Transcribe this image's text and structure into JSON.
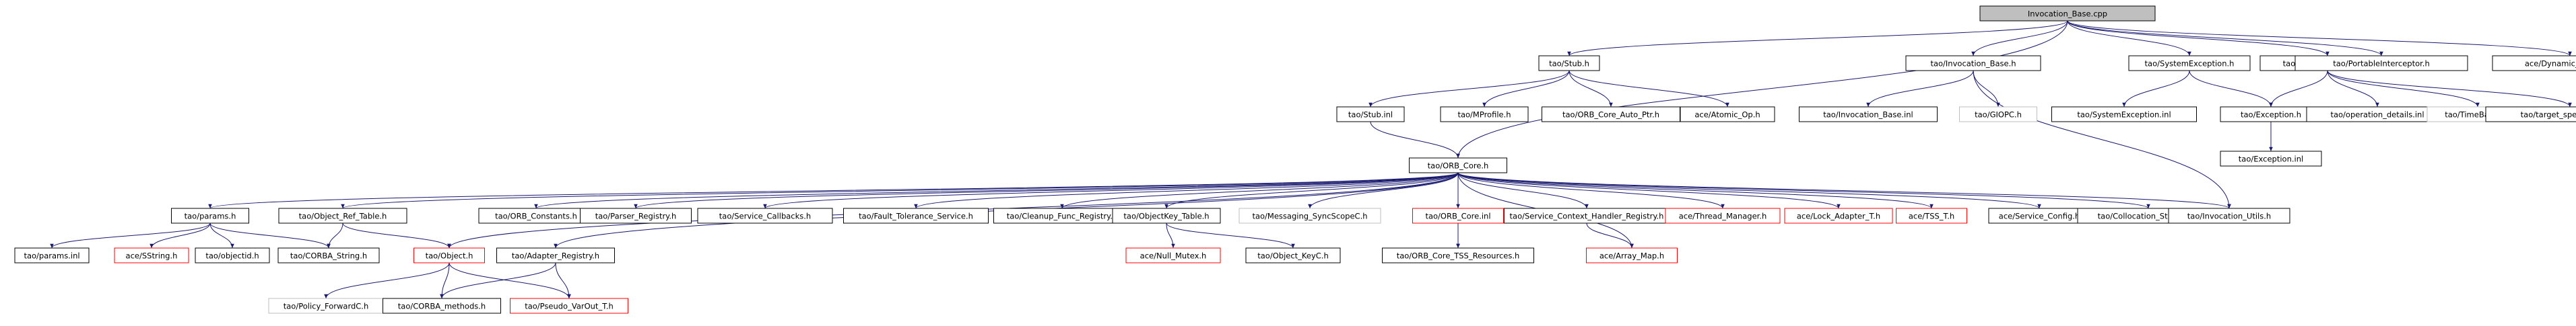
{
  "colors": {
    "edge": "#191970",
    "border_normal": "#000000",
    "border_missing": "#bfbfbf",
    "border_truncated": "#ff0000",
    "root_fill": "#bfbfbf",
    "fill": "#ffffff",
    "text": "#000000"
  },
  "nodes": [
    {
      "id": "root",
      "label": "Invocation_Base.cpp",
      "style": "root"
    },
    {
      "id": "stub_h",
      "label": "tao/Stub.h",
      "style": "normal"
    },
    {
      "id": "invbase_h",
      "label": "tao/Invocation_Base.h",
      "style": "normal"
    },
    {
      "id": "sysexc_h",
      "label": "tao/SystemException.h",
      "style": "normal"
    },
    {
      "id": "opdet_h",
      "label": "tao/operation_details.h",
      "style": "normal"
    },
    {
      "id": "portint_h",
      "label": "tao/PortableInterceptor.h",
      "style": "normal"
    },
    {
      "id": "dynserv_h",
      "label": "ace/Dynamic_Service.h",
      "style": "normal"
    },
    {
      "id": "stub_inl",
      "label": "tao/Stub.inl",
      "style": "normal"
    },
    {
      "id": "mprofile_h",
      "label": "tao/MProfile.h",
      "style": "normal"
    },
    {
      "id": "orbcoreautoptr_h",
      "label": "tao/ORB_Core_Auto_Ptr.h",
      "style": "normal"
    },
    {
      "id": "atomicop_h",
      "label": "ace/Atomic_Op.h",
      "style": "normal"
    },
    {
      "id": "invbase_inl",
      "label": "tao/Invocation_Base.inl",
      "style": "normal"
    },
    {
      "id": "giopc_h",
      "label": "tao/GIOPC.h",
      "style": "missing"
    },
    {
      "id": "sysexc_inl",
      "label": "tao/SystemException.inl",
      "style": "normal"
    },
    {
      "id": "exception_h",
      "label": "tao/Exception.h",
      "style": "normal"
    },
    {
      "id": "opdet_inl",
      "label": "tao/operation_details.inl",
      "style": "normal"
    },
    {
      "id": "timebasec_h",
      "label": "tao/TimeBaseC.h",
      "style": "missing"
    },
    {
      "id": "targetspec_h",
      "label": "tao/target_specification.h",
      "style": "normal"
    },
    {
      "id": "exception_inl",
      "label": "tao/Exception.inl",
      "style": "normal"
    },
    {
      "id": "orbcore_h",
      "label": "tao/ORB_Core.h",
      "style": "normal"
    },
    {
      "id": "params_h",
      "label": "tao/params.h",
      "style": "normal"
    },
    {
      "id": "objreftable_h",
      "label": "tao/Object_Ref_Table.h",
      "style": "normal"
    },
    {
      "id": "orbconstants_h",
      "label": "tao/ORB_Constants.h",
      "style": "normal"
    },
    {
      "id": "parserreg_h",
      "label": "tao/Parser_Registry.h",
      "style": "normal"
    },
    {
      "id": "servcallbacks_h",
      "label": "tao/Service_Callbacks.h",
      "style": "normal"
    },
    {
      "id": "faulttol_h",
      "label": "tao/Fault_Tolerance_Service.h",
      "style": "normal"
    },
    {
      "id": "cleanupreg_h",
      "label": "tao/Cleanup_Func_Registry.h",
      "style": "normal"
    },
    {
      "id": "objkeytable_h",
      "label": "tao/ObjectKey_Table.h",
      "style": "normal"
    },
    {
      "id": "msgsyncscope_h",
      "label": "tao/Messaging_SyncScopeC.h",
      "style": "missing"
    },
    {
      "id": "orbcore_inl",
      "label": "tao/ORB_Core.inl",
      "style": "truncated"
    },
    {
      "id": "servctxhandler_h",
      "label": "tao/Service_Context_Handler_Registry.h",
      "style": "normal"
    },
    {
      "id": "threadmgr_h",
      "label": "ace/Thread_Manager.h",
      "style": "truncated"
    },
    {
      "id": "lockadapter_h",
      "label": "ace/Lock_Adapter_T.h",
      "style": "truncated"
    },
    {
      "id": "tss_h",
      "label": "ace/TSS_T.h",
      "style": "truncated"
    },
    {
      "id": "servconfig_h",
      "label": "ace/Service_Config.h",
      "style": "normal"
    },
    {
      "id": "collocstrat_h",
      "label": "tao/Collocation_Strategy.h",
      "style": "normal"
    },
    {
      "id": "invutils_h",
      "label": "tao/Invocation_Utils.h",
      "style": "normal"
    },
    {
      "id": "params_inl",
      "label": "tao/params.inl",
      "style": "normal"
    },
    {
      "id": "sstring_h",
      "label": "ace/SString.h",
      "style": "truncated"
    },
    {
      "id": "objectid_h",
      "label": "tao/objectid.h",
      "style": "normal"
    },
    {
      "id": "corbastring_h",
      "label": "tao/CORBA_String.h",
      "style": "normal"
    },
    {
      "id": "object_h",
      "label": "tao/Object.h",
      "style": "truncated"
    },
    {
      "id": "adapterreg_h",
      "label": "tao/Adapter_Registry.h",
      "style": "normal"
    },
    {
      "id": "nullmutex_h",
      "label": "ace/Null_Mutex.h",
      "style": "truncated"
    },
    {
      "id": "objectkeyc_h",
      "label": "tao/Object_KeyC.h",
      "style": "normal"
    },
    {
      "id": "orbcoretss_h",
      "label": "tao/ORB_Core_TSS_Resources.h",
      "style": "normal"
    },
    {
      "id": "arraymap_h",
      "label": "ace/Array_Map.h",
      "style": "truncated"
    },
    {
      "id": "policyfwd_h",
      "label": "tao/Policy_ForwardC.h",
      "style": "missing"
    },
    {
      "id": "corbamethods_h",
      "label": "tao/CORBA_methods.h",
      "style": "normal"
    },
    {
      "id": "pseudovarout_h",
      "label": "tao/Pseudo_VarOut_T.h",
      "style": "truncated"
    }
  ],
  "edges": [
    [
      "root",
      "stub_h"
    ],
    [
      "root",
      "invbase_h"
    ],
    [
      "root",
      "sysexc_h"
    ],
    [
      "root",
      "opdet_h"
    ],
    [
      "root",
      "portint_h"
    ],
    [
      "root",
      "dynserv_h"
    ],
    [
      "root",
      "orbcore_h"
    ],
    [
      "stub_h",
      "stub_inl"
    ],
    [
      "stub_h",
      "mprofile_h"
    ],
    [
      "stub_h",
      "orbcoreautoptr_h"
    ],
    [
      "stub_h",
      "atomicop_h"
    ],
    [
      "invbase_h",
      "invbase_inl"
    ],
    [
      "invbase_h",
      "giopc_h"
    ],
    [
      "invbase_h",
      "invutils_h"
    ],
    [
      "sysexc_h",
      "sysexc_inl"
    ],
    [
      "sysexc_h",
      "exception_h"
    ],
    [
      "opdet_h",
      "exception_h"
    ],
    [
      "opdet_h",
      "opdet_inl"
    ],
    [
      "opdet_h",
      "timebasec_h"
    ],
    [
      "opdet_h",
      "targetspec_h"
    ],
    [
      "exception_h",
      "exception_inl"
    ],
    [
      "stub_inl",
      "orbcore_h"
    ],
    [
      "orbcore_h",
      "params_h"
    ],
    [
      "orbcore_h",
      "objreftable_h"
    ],
    [
      "orbcore_h",
      "orbconstants_h"
    ],
    [
      "orbcore_h",
      "parserreg_h"
    ],
    [
      "orbcore_h",
      "servcallbacks_h"
    ],
    [
      "orbcore_h",
      "faulttol_h"
    ],
    [
      "orbcore_h",
      "cleanupreg_h"
    ],
    [
      "orbcore_h",
      "objkeytable_h"
    ],
    [
      "orbcore_h",
      "msgsyncscope_h"
    ],
    [
      "orbcore_h",
      "orbcore_inl"
    ],
    [
      "orbcore_h",
      "servctxhandler_h"
    ],
    [
      "orbcore_h",
      "threadmgr_h"
    ],
    [
      "orbcore_h",
      "lockadapter_h"
    ],
    [
      "orbcore_h",
      "tss_h"
    ],
    [
      "orbcore_h",
      "servconfig_h"
    ],
    [
      "orbcore_h",
      "collocstrat_h"
    ],
    [
      "orbcore_h",
      "invutils_h"
    ],
    [
      "orbcore_h",
      "object_h"
    ],
    [
      "orbcore_h",
      "adapterreg_h"
    ],
    [
      "orbcore_h",
      "orbcoretss_h"
    ],
    [
      "orbcore_h",
      "arraymap_h"
    ],
    [
      "params_h",
      "params_inl"
    ],
    [
      "params_h",
      "sstring_h"
    ],
    [
      "params_h",
      "objectid_h"
    ],
    [
      "params_h",
      "corbastring_h"
    ],
    [
      "objreftable_h",
      "corbastring_h"
    ],
    [
      "objreftable_h",
      "object_h"
    ],
    [
      "objkeytable_h",
      "nullmutex_h"
    ],
    [
      "objkeytable_h",
      "objectkeyc_h"
    ],
    [
      "orbcore_inl",
      "orbcoretss_h"
    ],
    [
      "servctxhandler_h",
      "arraymap_h"
    ],
    [
      "object_h",
      "policyfwd_h"
    ],
    [
      "object_h",
      "corbamethods_h"
    ],
    [
      "object_h",
      "pseudovarout_h"
    ],
    [
      "adapterreg_h",
      "corbamethods_h"
    ],
    [
      "adapterreg_h",
      "pseudovarout_h"
    ]
  ]
}
